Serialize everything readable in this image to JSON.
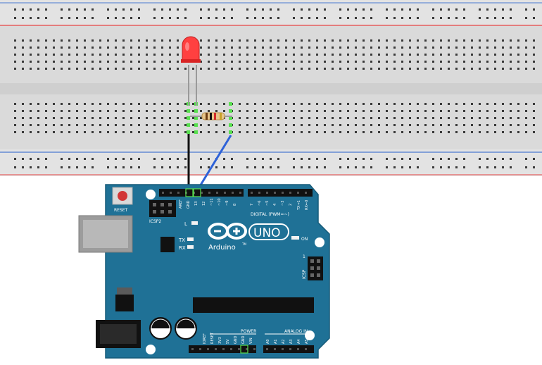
{
  "board": {
    "reset_label": "RESET",
    "icsp2_label": "ICSP2",
    "aref_label": "AREF",
    "gnd_label": "GND",
    "pin_13_label": "13",
    "pin_12_label": "12",
    "pin_11_label": "~11",
    "pin_10_label": "~10",
    "pin_9_label": "~9",
    "pin_8_label": "8",
    "pin_7_label": "7",
    "pin_6_label": "~6",
    "pin_5_label": "~5",
    "pin_4_label": "4",
    "pin_3_label": "~3",
    "pin_2_label": "2",
    "pin_tx_label": "TX→1",
    "pin_rx_label": "RX←0",
    "digital_label": "DIGITAL (PWM=~)",
    "l_label": "L",
    "tx_label": "TX",
    "rx_label": "RX",
    "brand_label": "Arduino",
    "tm_label": "TM",
    "uno_label": "UNO",
    "on_label": "ON",
    "icsp_label": "ICSP",
    "icsp_pin1_label": "1",
    "ioref_label": "IOREF",
    "reset_pin_label": "RESET",
    "v33_label": "3V3",
    "v5_label": "5V",
    "gnd1_label": "GND",
    "gnd2_label": "GND",
    "vin_label": "VIN",
    "power_label": "POWER",
    "analog_label": "ANALOG IN",
    "a0_label": "A0",
    "a1_label": "A1",
    "a2_label": "A2",
    "a3_label": "A3",
    "a4_label": "A4",
    "a5_label": "A5"
  },
  "colors": {
    "breadboard_bg": "#dcdcdc",
    "breadboard_hole": "#3a3a3a",
    "rail_red": "#e84545",
    "rail_blue": "#4a78d0",
    "board_teal": "#1f7196",
    "led_red": "#ff3b3b",
    "wire_black": "#111111",
    "wire_blue": "#2e62d8",
    "highlight_green": "#58e04f"
  },
  "icons": [
    "led-icon",
    "resistor-icon",
    "usb-port-icon",
    "power-jack-icon",
    "capacitor-icon",
    "microcontroller-icon",
    "arduino-logo-icon"
  ]
}
